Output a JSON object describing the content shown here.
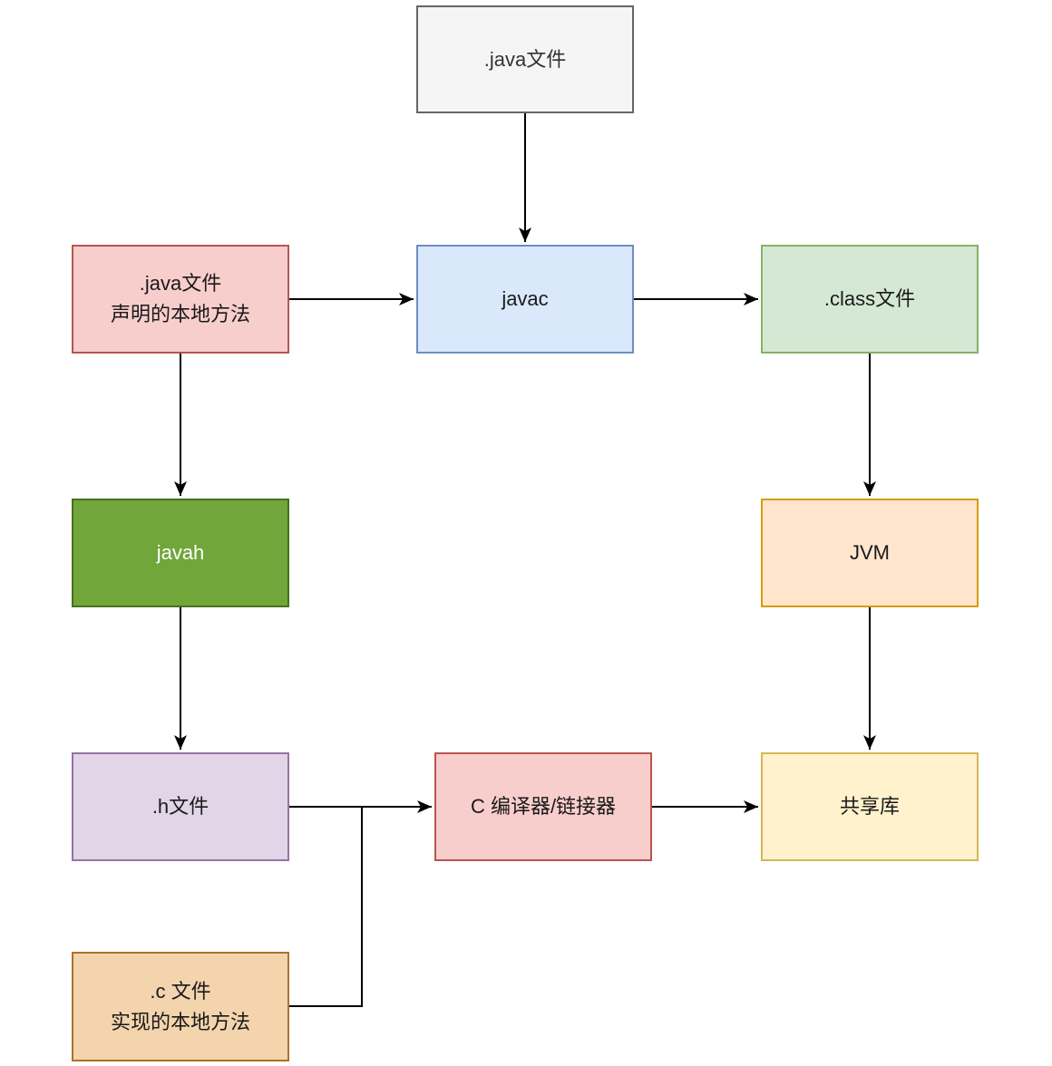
{
  "canvas": {
    "background": "#ffffff",
    "edge_color": "#000000"
  },
  "nodes": [
    {
      "id": "java-file",
      "lines": [
        ".java文件"
      ],
      "fill": "#f5f5f5",
      "stroke": "#666666",
      "text_color": "#333333"
    },
    {
      "id": "java-native",
      "lines": [
        ".java文件",
        "声明的本地方法"
      ],
      "fill": "#f8cecc",
      "stroke": "#b85450",
      "text_color": "#1a1a1a"
    },
    {
      "id": "javac",
      "lines": [
        "javac"
      ],
      "fill": "#dae8fc",
      "stroke": "#6c8ebf",
      "text_color": "#1a1a1a"
    },
    {
      "id": "class-file",
      "lines": [
        ".class文件"
      ],
      "fill": "#d5e8d4",
      "stroke": "#82b366",
      "text_color": "#1a1a1a"
    },
    {
      "id": "javah",
      "lines": [
        "javah"
      ],
      "fill": "#70a63a",
      "stroke": "#487021",
      "text_color": "#ffffff"
    },
    {
      "id": "jvm",
      "lines": [
        "JVM"
      ],
      "fill": "#ffe6cc",
      "stroke": "#d79b00",
      "text_color": "#1a1a1a"
    },
    {
      "id": "h-file",
      "lines": [
        ".h文件"
      ],
      "fill": "#e1d5e7",
      "stroke": "#9673a6",
      "text_color": "#1a1a1a"
    },
    {
      "id": "c-compiler",
      "lines": [
        "C 编译器/链接器"
      ],
      "fill": "#f8cecc",
      "stroke": "#b85450",
      "text_color": "#1a1a1a"
    },
    {
      "id": "shared-lib",
      "lines": [
        "共享库"
      ],
      "fill": "#fff2cc",
      "stroke": "#d6b656",
      "text_color": "#1a1a1a"
    },
    {
      "id": "c-file",
      "lines": [
        ".c 文件",
        "实现的本地方法"
      ],
      "fill": "#f3d4ad",
      "stroke": "#ae712a",
      "text_color": "#1a1a1a"
    }
  ],
  "edges": [
    {
      "from": "java-file",
      "to": "javac",
      "arrow": true
    },
    {
      "from": "java-native",
      "to": "javac",
      "arrow": true
    },
    {
      "from": "javac",
      "to": "class-file",
      "arrow": true
    },
    {
      "from": "class-file",
      "to": "jvm",
      "arrow": true
    },
    {
      "from": "java-native",
      "to": "javah",
      "arrow": true
    },
    {
      "from": "javah",
      "to": "h-file",
      "arrow": true
    },
    {
      "from": "jvm",
      "to": "shared-lib",
      "arrow": true
    },
    {
      "from": "h-file",
      "to": "c-compiler",
      "arrow": true
    },
    {
      "from": "c-compiler",
      "to": "shared-lib",
      "arrow": true
    },
    {
      "from": "c-file",
      "to": "c-compiler",
      "arrow": false
    }
  ]
}
